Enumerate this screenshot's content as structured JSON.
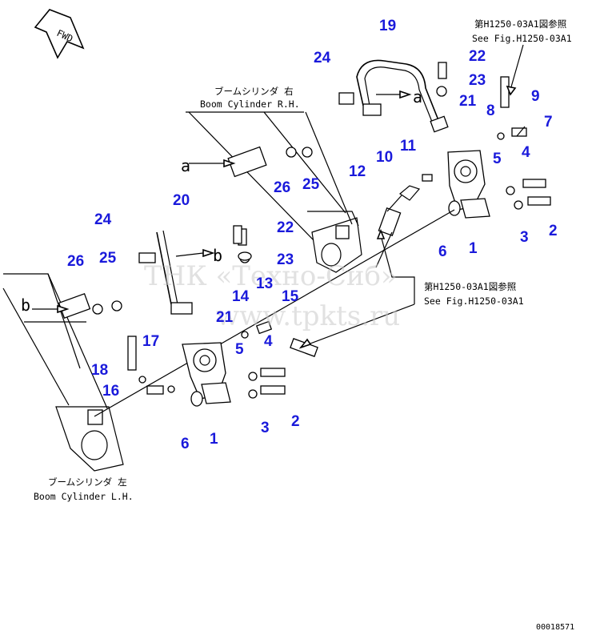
{
  "fwd_label": "FWD",
  "callouts": [
    {
      "id": "c19",
      "text": "19"
    },
    {
      "id": "c24a",
      "text": "24"
    },
    {
      "id": "c22a",
      "text": "22"
    },
    {
      "id": "c23a",
      "text": "23"
    },
    {
      "id": "c21a",
      "text": "21"
    },
    {
      "id": "c8",
      "text": "8"
    },
    {
      "id": "c9",
      "text": "9"
    },
    {
      "id": "c7",
      "text": "7"
    },
    {
      "id": "c11",
      "text": "11"
    },
    {
      "id": "c10",
      "text": "10"
    },
    {
      "id": "c12",
      "text": "12"
    },
    {
      "id": "c5a",
      "text": "5"
    },
    {
      "id": "c4a",
      "text": "4"
    },
    {
      "id": "c26a",
      "text": "26"
    },
    {
      "id": "c25a",
      "text": "25"
    },
    {
      "id": "c20",
      "text": "20"
    },
    {
      "id": "c24b",
      "text": "24"
    },
    {
      "id": "c22b",
      "text": "22"
    },
    {
      "id": "c23b",
      "text": "23"
    },
    {
      "id": "c26b",
      "text": "26"
    },
    {
      "id": "c25b",
      "text": "25"
    },
    {
      "id": "c6a",
      "text": "6"
    },
    {
      "id": "c1a",
      "text": "1"
    },
    {
      "id": "c3a",
      "text": "3"
    },
    {
      "id": "c2a",
      "text": "2"
    },
    {
      "id": "c13",
      "text": "13"
    },
    {
      "id": "c14",
      "text": "14"
    },
    {
      "id": "c15",
      "text": "15"
    },
    {
      "id": "c21b",
      "text": "21"
    },
    {
      "id": "c5b",
      "text": "5"
    },
    {
      "id": "c4b",
      "text": "4"
    },
    {
      "id": "c17",
      "text": "17"
    },
    {
      "id": "c18",
      "text": "18"
    },
    {
      "id": "c16",
      "text": "16"
    },
    {
      "id": "c6b",
      "text": "6"
    },
    {
      "id": "c1b",
      "text": "1"
    },
    {
      "id": "c3b",
      "text": "3"
    },
    {
      "id": "c2b",
      "text": "2"
    }
  ],
  "refs": {
    "ref_top_jp": "第H1250-03A1図参照",
    "ref_top_en": "See Fig.H1250-03A1",
    "ref_mid_jp": "第H1250-03A1図参照",
    "ref_mid_en": "See Fig.H1250-03A1"
  },
  "cylinders": {
    "rh_jp": "ブームシリンダ 右",
    "rh_en": "Boom Cylinder R.H.",
    "lh_jp": "ブームシリンダ 左",
    "lh_en": "Boom Cylinder L.H."
  },
  "markers": {
    "a1": "a",
    "a2": "a",
    "b1": "b",
    "b2": "b"
  },
  "watermark": {
    "line1": "ТНК «Техно-Сиб»",
    "line2": "www.tpkts.ru"
  },
  "footer_code": "00018571"
}
